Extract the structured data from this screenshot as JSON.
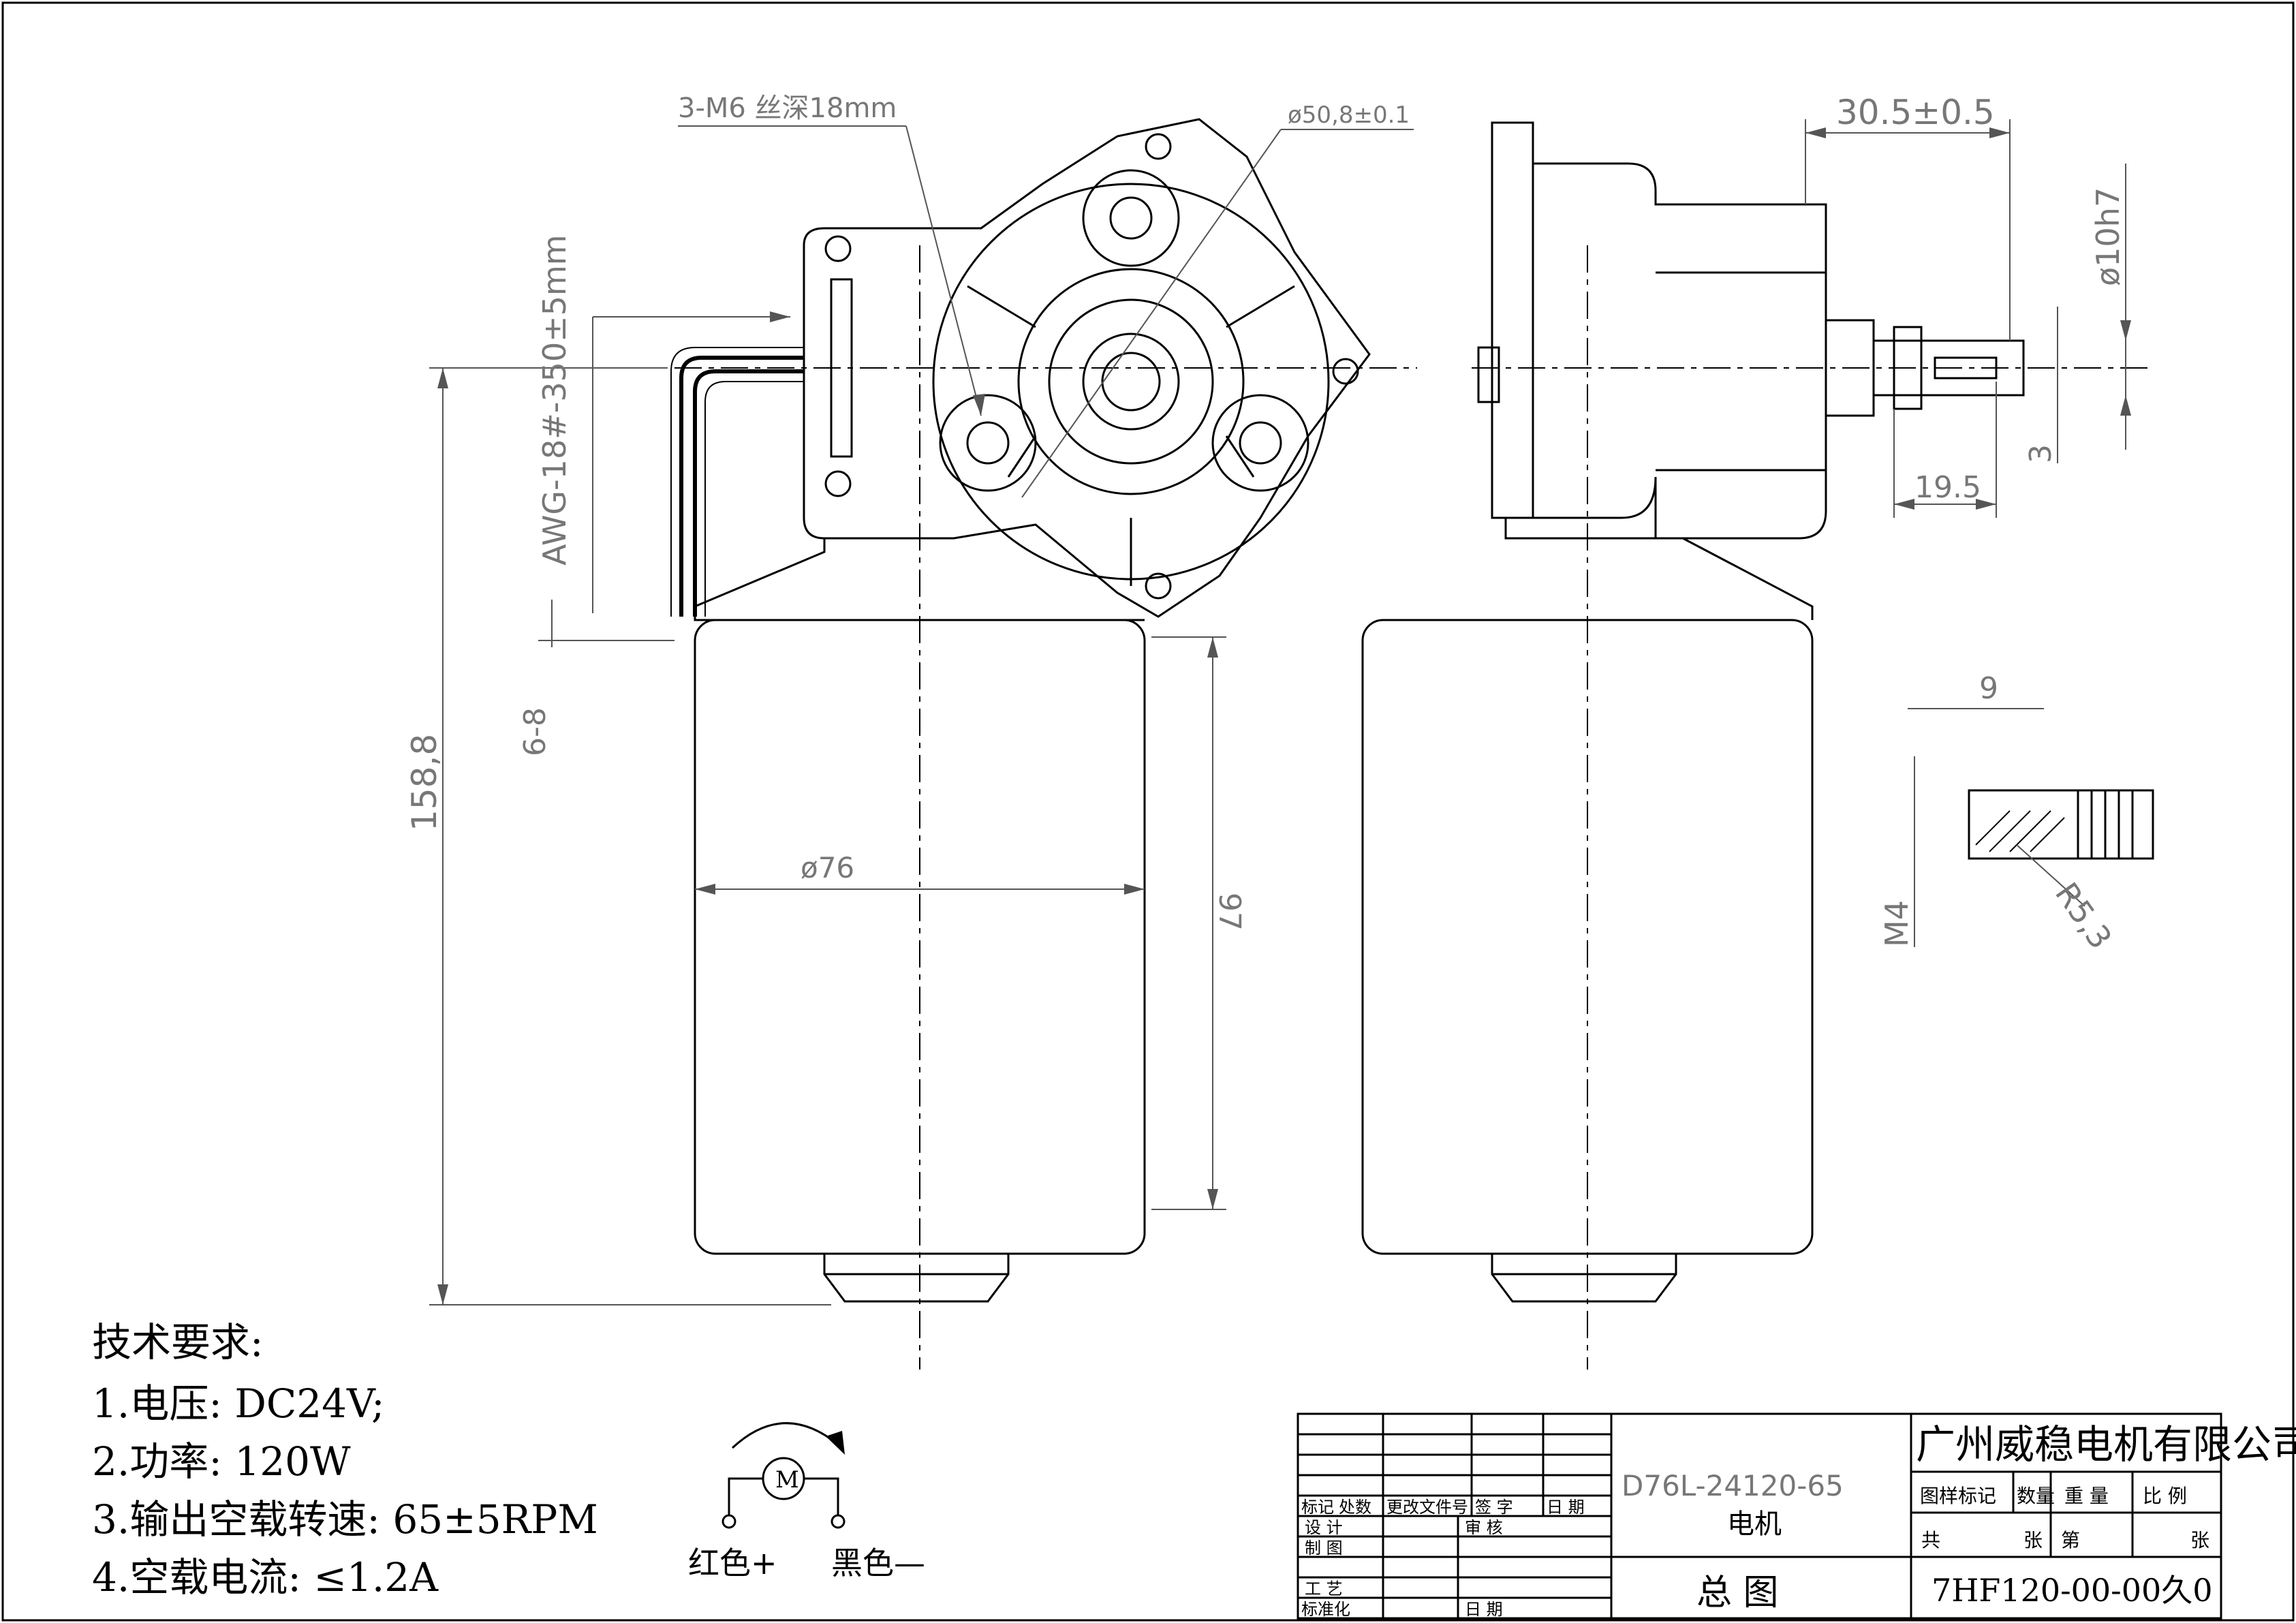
{
  "dimensions": {
    "thread_holes": "3-M6 丝深18mm",
    "pcd": "ø50,8±0.1",
    "lead_wire": "AWG-18#-350±5mm",
    "strip": "6-8",
    "total_length": "158,8",
    "body_diameter": "ø76",
    "body_length": "97",
    "shaft_length": "30.5±0.5",
    "shaft_diameter": "ø10h7",
    "flat": "3",
    "shaft_flat_length": "19.5",
    "end_width": "9",
    "end_thread": "M4",
    "end_radius": "R5,3"
  },
  "requirements": {
    "title": "技术要求:",
    "items": [
      "1.电压: DC24V;",
      "2.功率: 120W",
      "3.输出空载转速: 65±5RPM",
      "4.空载电流: ≤1.2A"
    ]
  },
  "wiring": {
    "motor_symbol": "M",
    "red": "红色+",
    "black": "黑色—"
  },
  "title_block": {
    "model": "D76L-24120-65",
    "name": "电机",
    "drawing_type": "总  图",
    "company": "广州威稳电机有限公司",
    "header_mark": "图样标记",
    "header_qty": "数量",
    "header_weight": "重 量",
    "header_scale": "比  例",
    "total_sheets": "共",
    "sheets_unit": "张",
    "sheet_no": "第",
    "sheet_no_unit": "张",
    "drawing_number": "7HF120-00-00久0",
    "rev_mark": "标记",
    "rev_count": "处数",
    "rev_doc": "更改文件号",
    "rev_sign": "签  字",
    "rev_date": "日 期",
    "design": "设  计",
    "review": "审  核",
    "draft": "制  图",
    "process": "工  艺",
    "standard": "标准化",
    "date": "日  期"
  }
}
